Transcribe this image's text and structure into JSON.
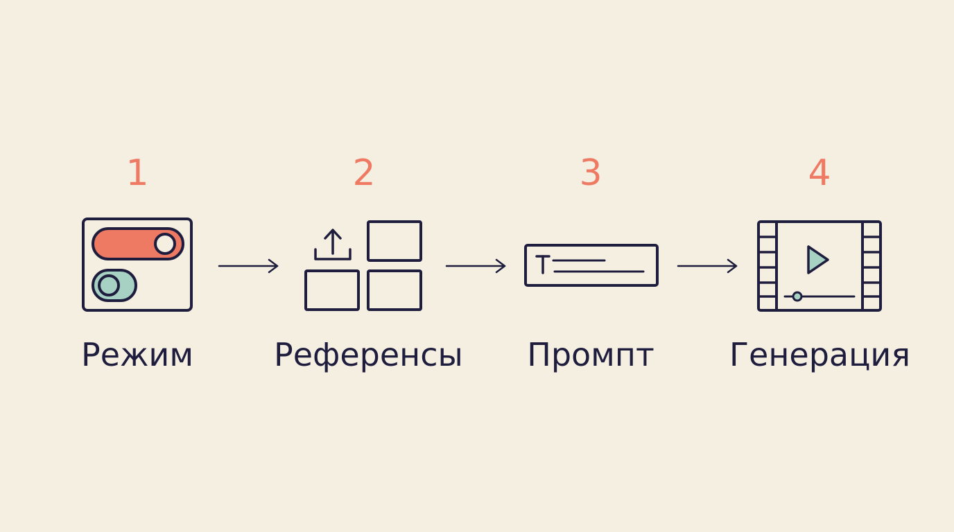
{
  "steps": [
    {
      "number": "1",
      "label": "Режим",
      "icon": "toggle-switches-icon"
    },
    {
      "number": "2",
      "label": "Референсы",
      "icon": "upload-grid-icon"
    },
    {
      "number": "3",
      "label": "Промпт",
      "icon": "text-prompt-icon"
    },
    {
      "number": "4",
      "label": "Генерация",
      "icon": "video-film-icon"
    }
  ],
  "colors": {
    "background": "#f5efe2",
    "accent": "#ee7a64",
    "ink": "#1f1d3d",
    "mint": "#a7d1c3"
  }
}
